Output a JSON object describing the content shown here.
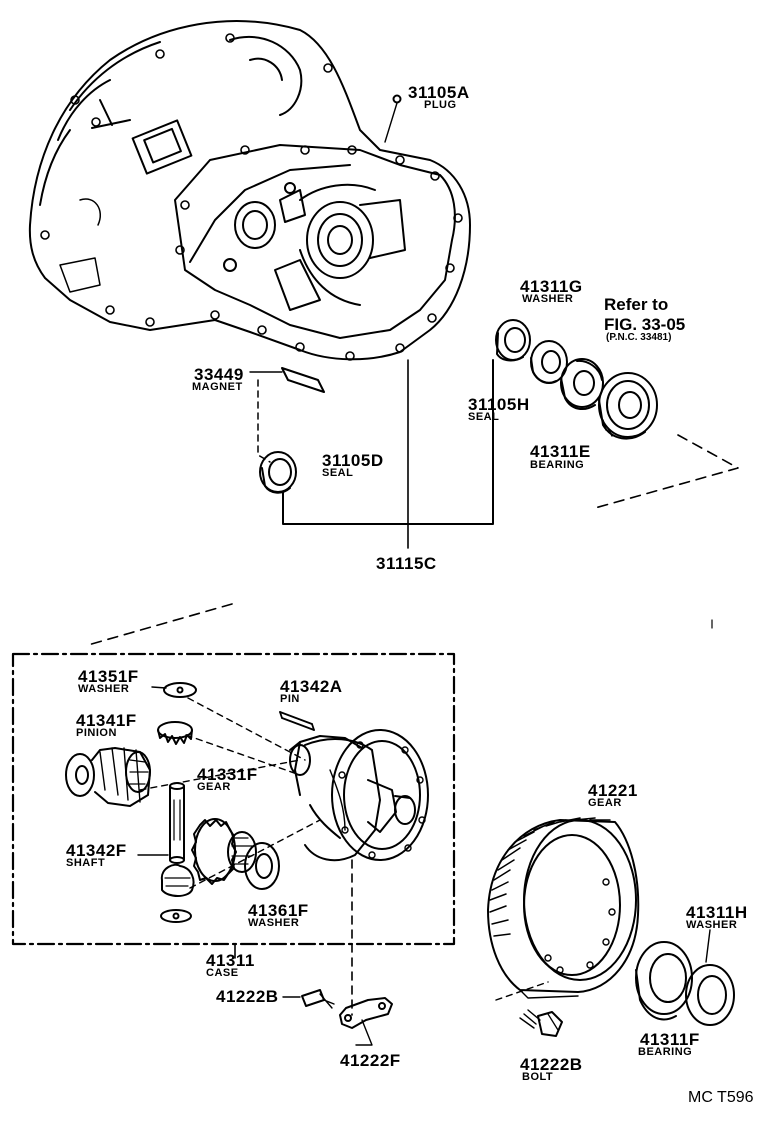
{
  "parts": [
    {
      "id": "p31105A",
      "number": "31105A",
      "name": "PLUG"
    },
    {
      "id": "p41311G",
      "number": "41311G",
      "name": "WASHER"
    },
    {
      "id": "p33449",
      "number": "33449",
      "name": "MAGNET"
    },
    {
      "id": "p31105H",
      "number": "31105H",
      "name": "SEAL"
    },
    {
      "id": "p41311E",
      "number": "41311E",
      "name": "BEARING"
    },
    {
      "id": "p31105D",
      "number": "31105D",
      "name": "SEAL"
    },
    {
      "id": "p31115C",
      "number": "31115C",
      "name": ""
    },
    {
      "id": "p41351F",
      "number": "41351F",
      "name": "WASHER"
    },
    {
      "id": "p41342A",
      "number": "41342A",
      "name": "PIN"
    },
    {
      "id": "p41341F",
      "number": "41341F",
      "name": "PINION"
    },
    {
      "id": "p41331F",
      "number": "41331F",
      "name": "GEAR"
    },
    {
      "id": "p41342F",
      "number": "41342F",
      "name": "SHAFT"
    },
    {
      "id": "p41361F",
      "number": "41361F",
      "name": "WASHER"
    },
    {
      "id": "p41311",
      "number": "41311",
      "name": "CASE"
    },
    {
      "id": "p41221",
      "number": "41221",
      "name": "GEAR"
    },
    {
      "id": "p41311H",
      "number": "41311H",
      "name": "WASHER"
    },
    {
      "id": "p41222B_a",
      "number": "41222B",
      "name": ""
    },
    {
      "id": "p41311F",
      "number": "41311F",
      "name": "BEARING"
    },
    {
      "id": "p41222F",
      "number": "41222F",
      "name": ""
    },
    {
      "id": "p41222B_b",
      "number": "41222B",
      "name": "BOLT"
    }
  ],
  "reference": {
    "line1": "Refer to",
    "line2": "FIG. 33-05",
    "line3": "(P.N.C. 33481)"
  },
  "diagram_code": "MC T596"
}
